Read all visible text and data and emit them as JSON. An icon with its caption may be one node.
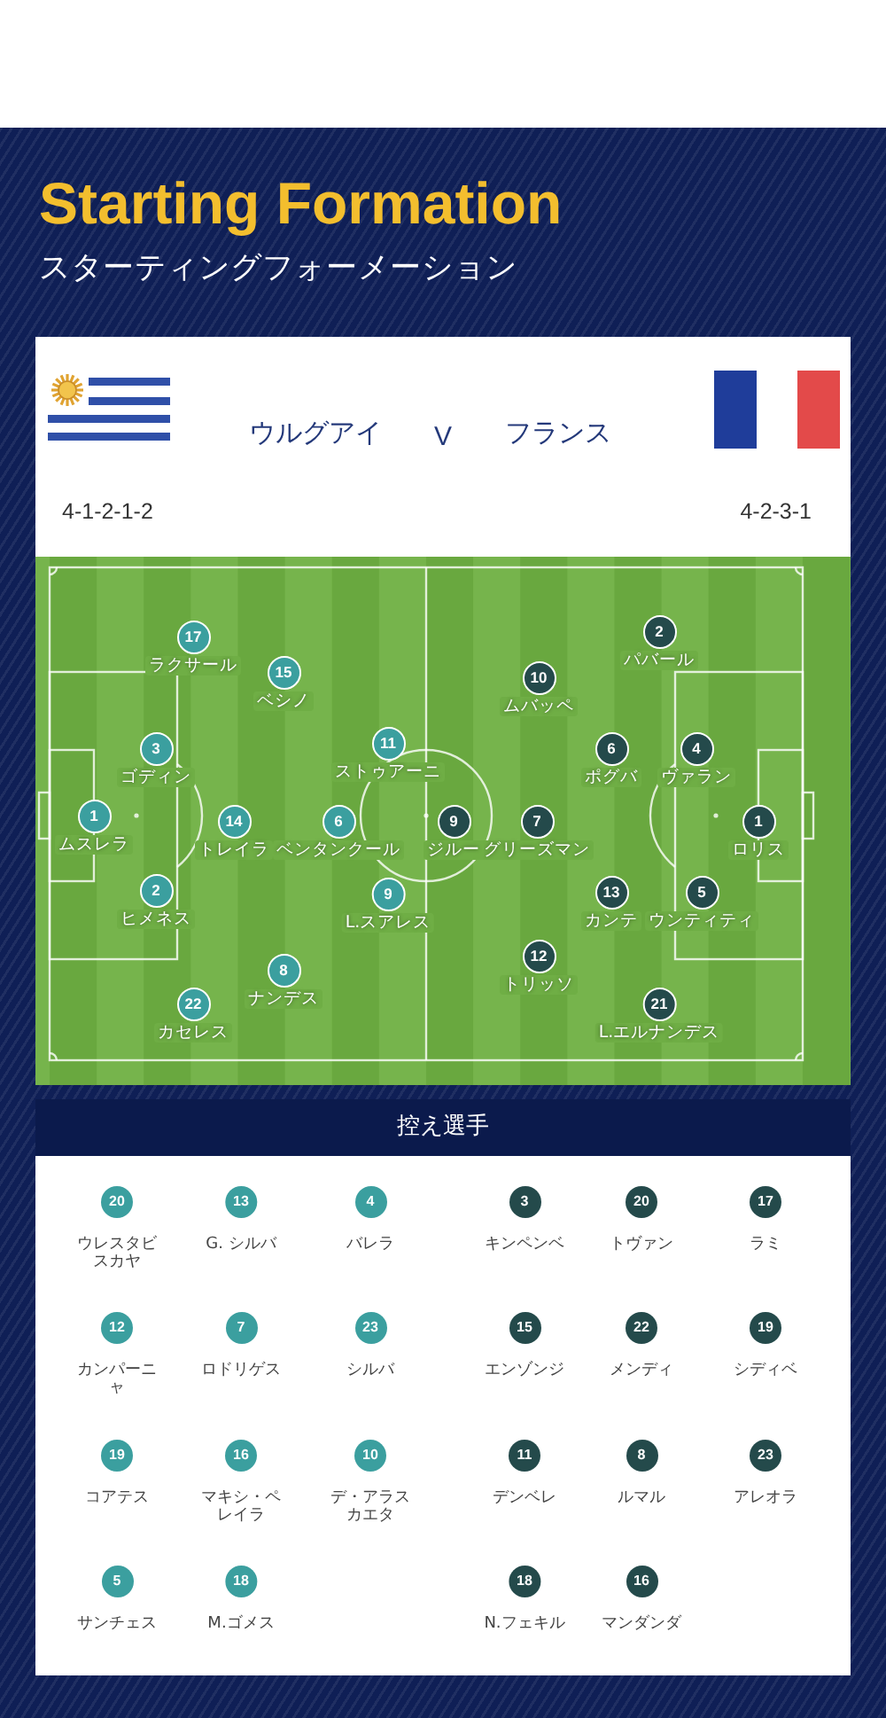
{
  "diagram": {
    "title": "Starting Formation",
    "nodes": [
      {
        "text": [
          "1"
        ],
        "beside": [
          "ムスレラ"
        ]
      },
      {
        "text": [
          "17"
        ],
        "beside": [
          "ラクサール"
        ]
      },
      {
        "text": [
          "3"
        ],
        "beside": [
          "ゴディン"
        ]
      },
      {
        "text": [
          "2"
        ],
        "beside": [
          "ヒメネス"
        ]
      },
      {
        "text": [
          "22"
        ],
        "beside": [
          "カセレス"
        ]
      },
      {
        "text": [
          "14"
        ],
        "beside": [
          "トレイラ"
        ]
      },
      {
        "text": [
          "15"
        ],
        "beside": [
          "ベシノ"
        ]
      },
      {
        "text": [
          "8"
        ],
        "beside": [
          "ナンデス"
        ]
      },
      {
        "text": [
          "6"
        ],
        "beside": [
          "ベンタンクール"
        ]
      },
      {
        "text": [
          "11"
        ],
        "beside": [
          "ストゥアーニ"
        ]
      },
      {
        "text": [
          "9"
        ],
        "beside": [
          "L.スアレス"
        ]
      },
      {
        "text": [
          "1"
        ],
        "beside": [
          "ロリス"
        ]
      },
      {
        "text": [
          "2"
        ],
        "beside": [
          "パバール"
        ]
      },
      {
        "text": [
          "4"
        ],
        "beside": [
          "ヴァラン"
        ]
      },
      {
        "text": [
          "5"
        ],
        "beside": [
          "ウンティティ"
        ]
      },
      {
        "text": [
          "21"
        ],
        "beside": [
          "L.エルナンデス"
        ]
      },
      {
        "text": [
          "6"
        ],
        "beside": [
          "ポグバ"
        ]
      },
      {
        "text": [
          "13"
        ],
        "beside": [
          "カンテ"
        ]
      },
      {
        "text": [
          "10"
        ],
        "beside": [
          "ムバッペ"
        ]
      },
      {
        "text": [
          "7"
        ],
        "beside": [
          "グリーズマン"
        ]
      },
      {
        "text": [
          "12"
        ],
        "beside": [
          "トリッソ"
        ]
      },
      {
        "text": [
          "9"
        ],
        "beside": [
          "ジルー"
        ]
      },
      {
        "text": [
          "控え選手"
        ]
      },
      {
        "text": [
          "20"
        ],
        "beside": [
          "ウレスタビスカヤ"
        ],
        "in": 22
      },
      {
        "text": [
          "13"
        ],
        "beside": [
          "G. シルバ"
        ],
        "in": 22
      },
      {
        "text": [
          "4"
        ],
        "beside": [
          "バレラ"
        ],
        "in": 22
      },
      {
        "text": [
          "12"
        ],
        "beside": [
          "カンパーニャ"
        ],
        "in": 22
      },
      {
        "text": [
          "7"
        ],
        "beside": [
          "ロドリゲス"
        ],
        "in": 22
      },
      {
        "text": [
          "23"
        ],
        "beside": [
          "シルバ"
        ],
        "in": 22
      },
      {
        "text": [
          "19"
        ],
        "beside": [
          "コアテス"
        ],
        "in": 22
      },
      {
        "text": [
          "16"
        ],
        "beside": [
          "マキシ・ペレイラ"
        ],
        "in": 22
      },
      {
        "text": [
          "10"
        ],
        "beside": [
          "デ・アラスカエタ"
        ],
        "in": 22
      },
      {
        "text": [
          "5"
        ],
        "beside": [
          "サンチェス"
        ],
        "in": 22
      },
      {
        "text": [
          "18"
        ],
        "beside": [
          "M.ゴメス"
        ],
        "in": 22
      },
      {
        "text": [
          "3"
        ],
        "beside": [
          "キンペンベ"
        ],
        "in": 22
      },
      {
        "text": [
          "20"
        ],
        "beside": [
          "トヴァン"
        ],
        "in": 22
      },
      {
        "text": [
          "17"
        ],
        "beside": [
          "ラミ"
        ],
        "in": 22
      },
      {
        "text": [
          "15"
        ],
        "beside": [
          "エンゾンジ"
        ],
        "in": 22
      },
      {
        "text": [
          "22"
        ],
        "beside": [
          "メンディ"
        ],
        "in": 22
      },
      {
        "text": [
          "19"
        ],
        "beside": [
          "シディベ"
        ],
        "in": 22
      },
      {
        "text": [
          "11"
        ],
        "beside": [
          "デンベレ"
        ],
        "in": 22
      },
      {
        "text": [
          "8"
        ],
        "beside": [
          "ルマル"
        ],
        "in": 22
      },
      {
        "text": [
          "23"
        ],
        "beside": [
          "アレオラ"
        ],
        "in": 22
      },
      {
        "text": [
          "18"
        ],
        "beside": [
          "N.フェキル"
        ],
        "in": 22
      },
      {
        "text": [
          "16"
        ],
        "beside": [
          "マンダンダ"
        ],
        "in": 22
      }
    ],
    "labels": [
      "スターティングフォーメーション",
      "ウルグアイ",
      "V",
      "フランス",
      "4-1-2-1-2",
      "4-2-3-1"
    ]
  }
}
